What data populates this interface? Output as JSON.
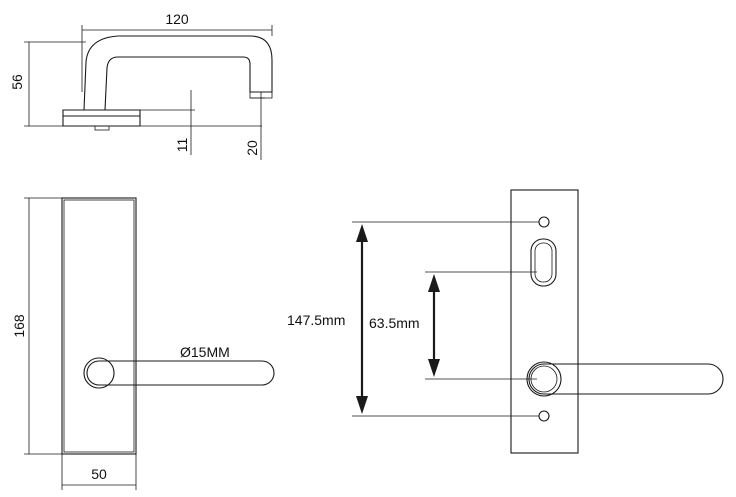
{
  "side_view": {
    "width_dim": "120",
    "height_dim": "56",
    "rose_dim": "11",
    "lever_end_dim": "20"
  },
  "front_view": {
    "height_dim": "168",
    "width_dim": "50",
    "lever_diameter": "Ø15MM"
  },
  "plate_view": {
    "fixing_centres": "147.5mm",
    "lever_to_slot": "63.5mm"
  }
}
